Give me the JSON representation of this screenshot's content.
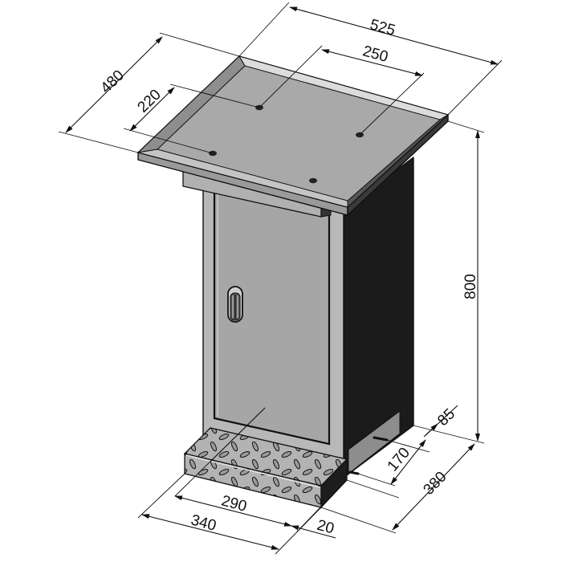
{
  "drawing": {
    "subject": "Machine stand cabinet with tread-plate base",
    "colors": {
      "top_surface": "#a9a9a9",
      "top_rim_light": "#dcdcdc",
      "front_face": "#b5b5b5",
      "door": "#a8a8a8",
      "side_face": "#1b1b1b",
      "base_plate": "#b0b0b0",
      "line": "#111111"
    }
  },
  "dimensions": {
    "top_width": "525",
    "top_depth": "480",
    "hole_spacing_x": "250",
    "hole_spacing_y": "220",
    "height": "800",
    "base_setback": "85",
    "base_slot": "170",
    "base_depth": "380",
    "door_width": "290",
    "base_width": "340",
    "base_offset": "20"
  }
}
